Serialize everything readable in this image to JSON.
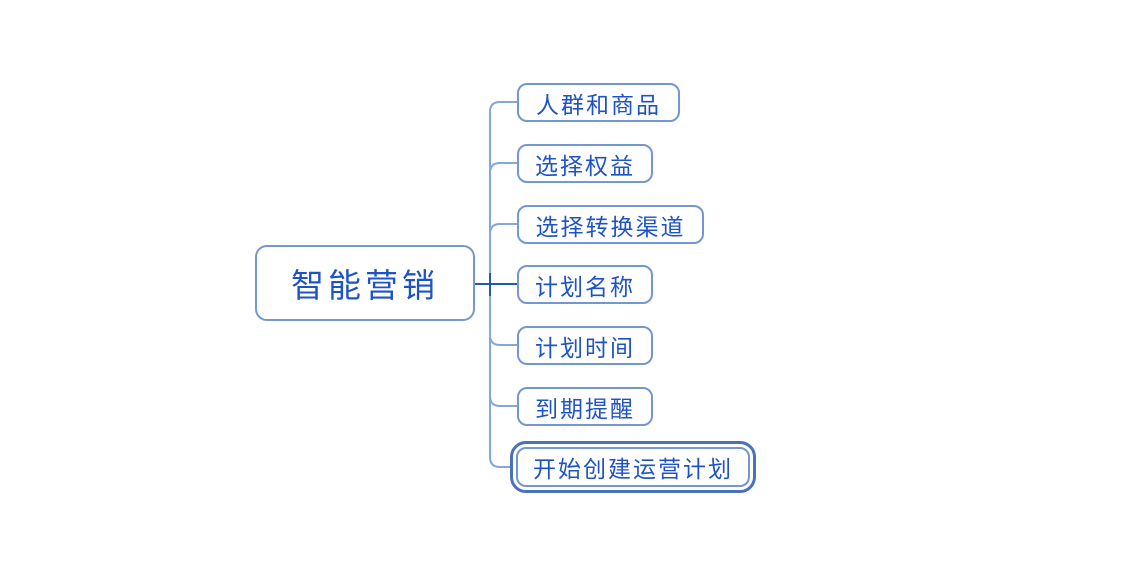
{
  "diagram": {
    "type": "mindmap",
    "root": {
      "label": "智能营销"
    },
    "children": [
      {
        "label": "人群和商品",
        "selected": false
      },
      {
        "label": "选择权益",
        "selected": false
      },
      {
        "label": "选择转换渠道",
        "selected": false
      },
      {
        "label": "计划名称",
        "selected": false
      },
      {
        "label": "计划时间",
        "selected": false
      },
      {
        "label": "到期提醒",
        "selected": false
      },
      {
        "label": "开始创建运营计划",
        "selected": true
      }
    ],
    "colors": {
      "text": "#1e53c8",
      "node_border": "#7397d2",
      "connector": "#86a7da",
      "connector_dark": "#1f5bb5",
      "selection_border": "#4a72b8",
      "background": "#ffffff"
    }
  }
}
